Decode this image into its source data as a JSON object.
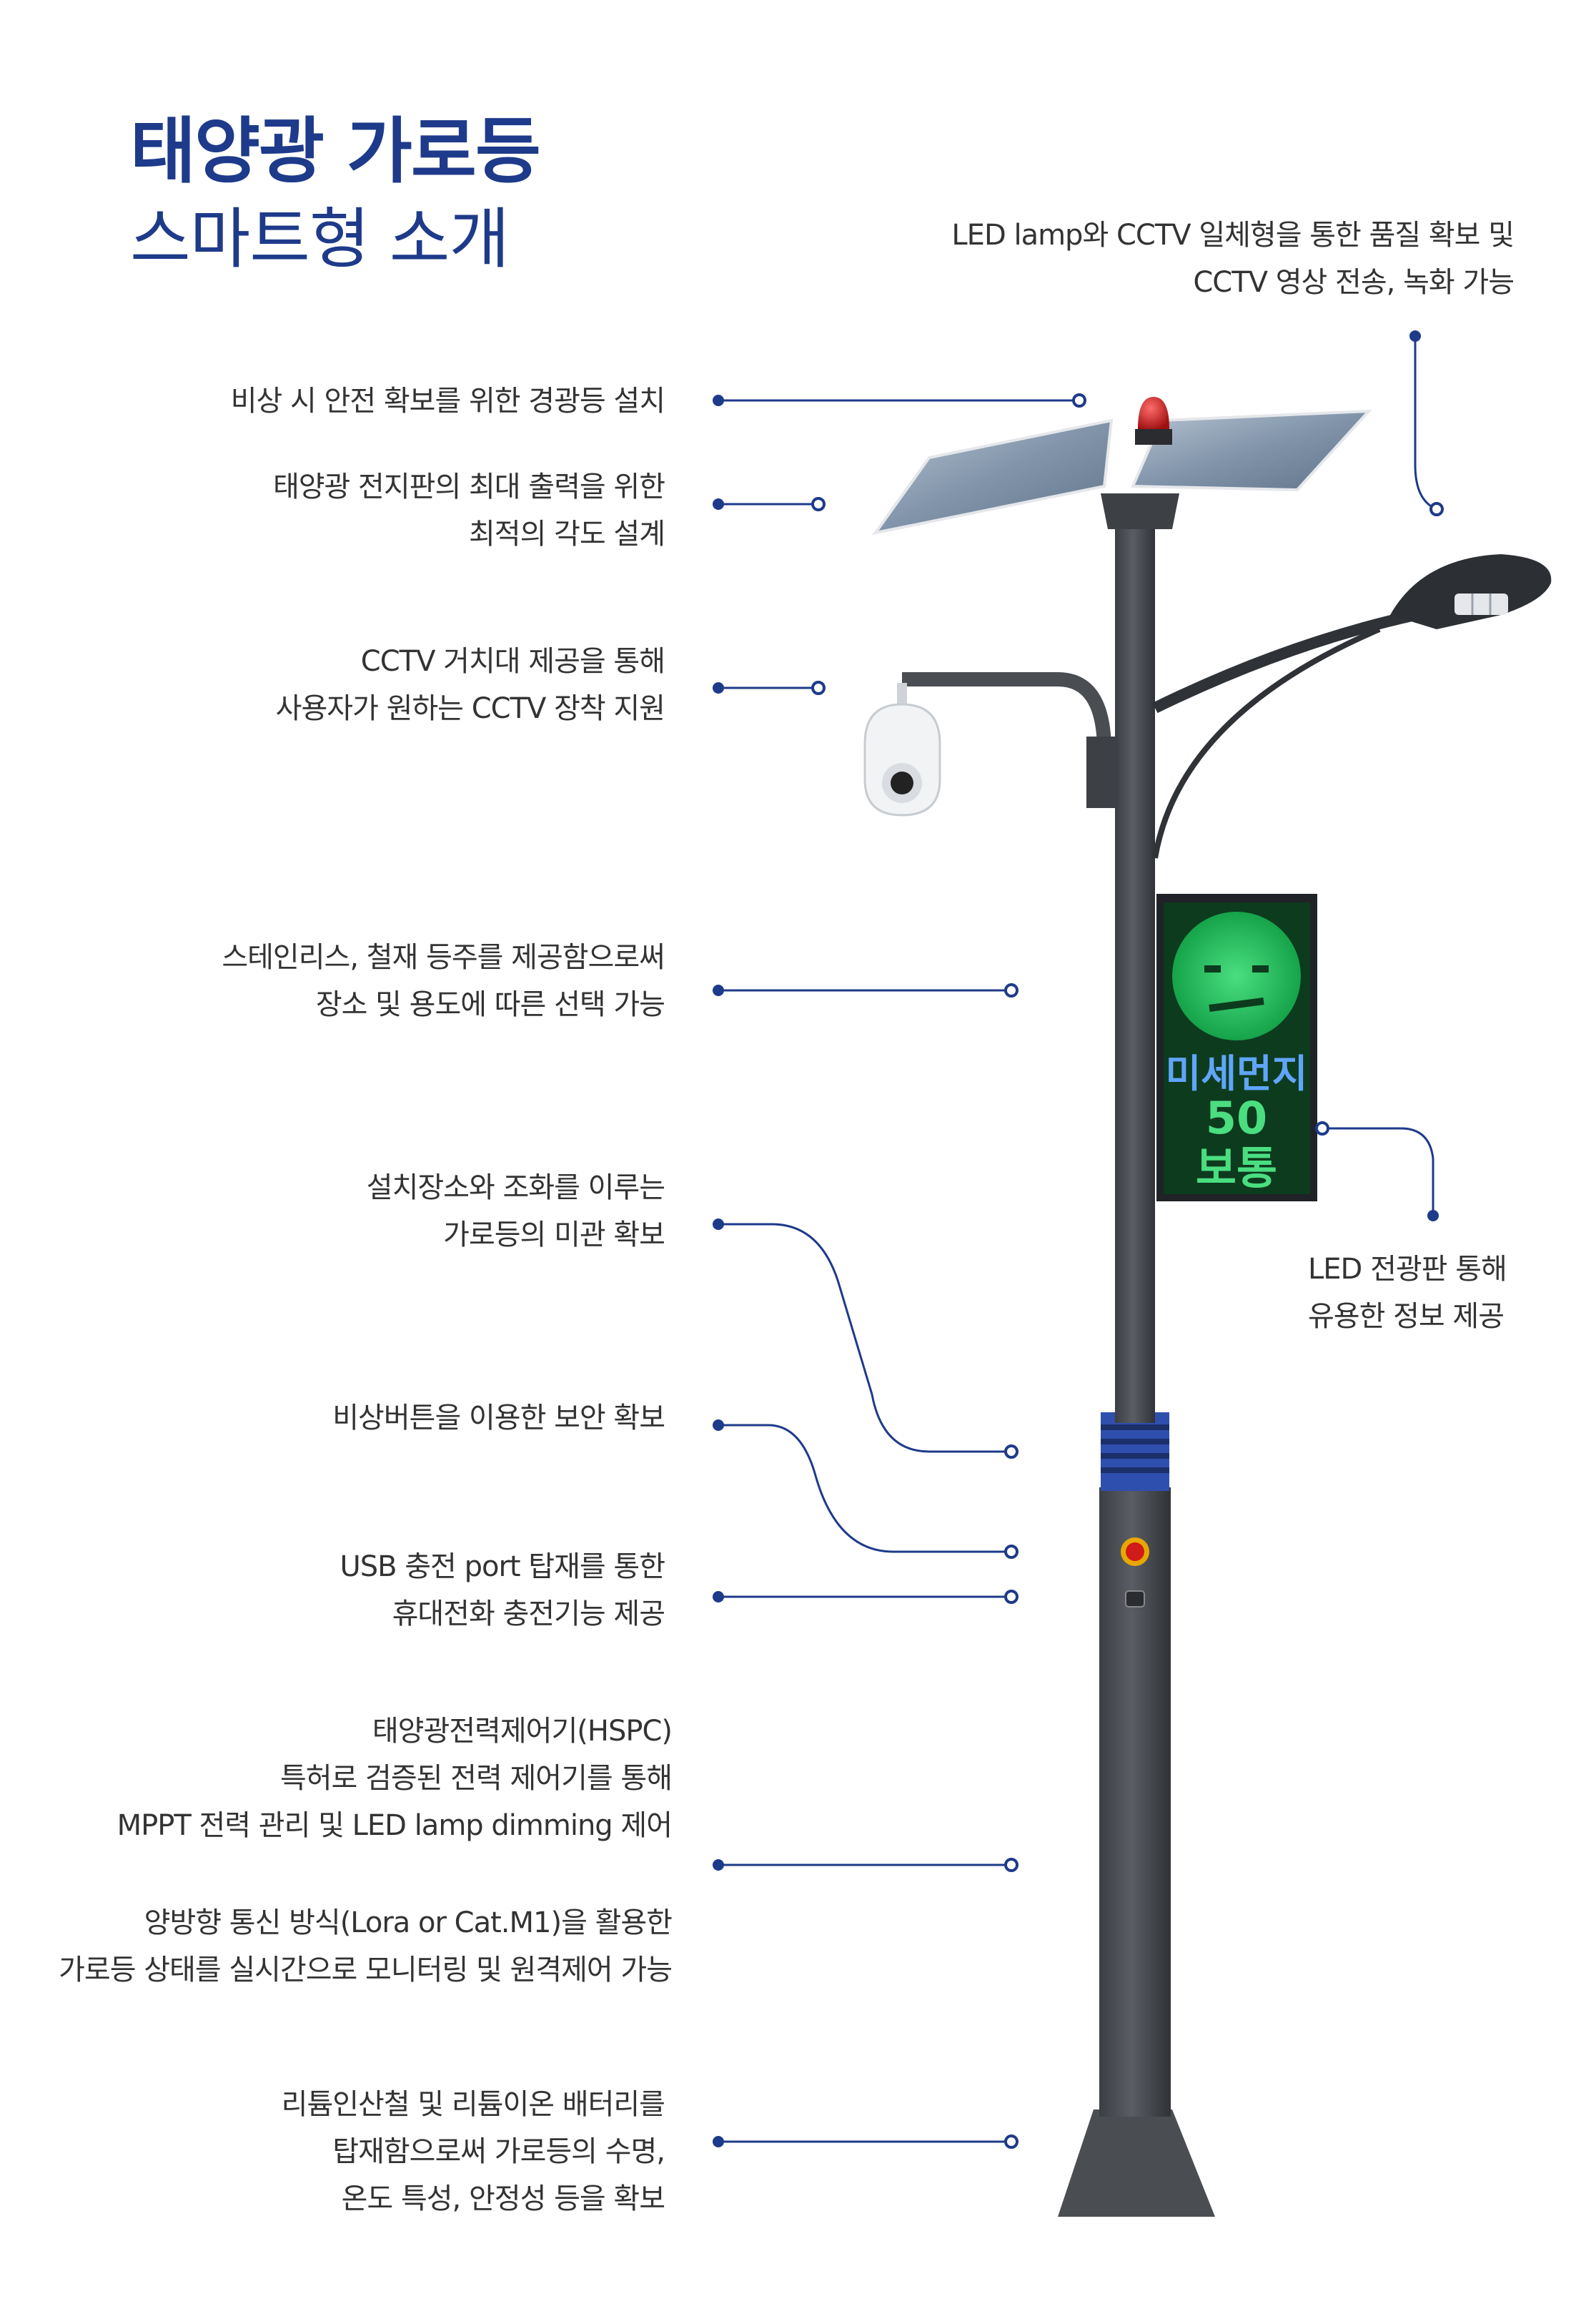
{
  "title": {
    "line1": "태양광 가로등",
    "line2": "스마트형 소개"
  },
  "features_left": [
    {
      "lines": [
        "비상 시 안전 확보를 위한 경광등 설치"
      ]
    },
    {
      "lines": [
        "태양광 전지판의 최대 출력을 위한",
        "최적의 각도 설계"
      ]
    },
    {
      "lines": [
        "CCTV 거치대 제공을 통해",
        "사용자가 원하는 CCTV 장착 지원"
      ]
    },
    {
      "lines": [
        "스테인리스, 철재 등주를  제공함으로써",
        "장소 및 용도에 따른 선택 가능"
      ]
    },
    {
      "lines": [
        "설치장소와 조화를 이루는",
        "가로등의 미관 확보"
      ]
    },
    {
      "lines": [
        "비상버튼을 이용한 보안 확보"
      ]
    },
    {
      "lines": [
        "USB 충전 port 탑재를 통한",
        "휴대전화 충전기능 제공"
      ]
    },
    {
      "lines": [
        "태양광전력제어기(HSPC)",
        "특허로 검증된 전력 제어기를 통해",
        "MPPT 전력 관리 및 LED lamp dimming 제어"
      ]
    },
    {
      "lines": [
        "양방향 통신 방식(Lora or Cat.M1)을 활용한",
        "가로등 상태를 실시간으로 모니터링 및 원격제어 가능"
      ]
    },
    {
      "lines": [
        "리튬인산철 및 리튬이온 배터리를",
        "탑재함으로써 가로등의 수명,",
        "온도 특성, 안정성 등을 확보"
      ]
    }
  ],
  "features_right": [
    {
      "lines": [
        "LED lamp와 CCTV 일체형을 통한 품질 확보 및",
        "CCTV 영상 전송, 녹화 가능"
      ]
    },
    {
      "lines": [
        "LED 전광판 통해",
        "유용한 정보 제공"
      ]
    }
  ],
  "led_sign": {
    "line1": "미세먼지",
    "line2": "50",
    "line3": "보통"
  },
  "colors": {
    "accent": "#1e3a8a",
    "pole": "#4a4d52",
    "led_green": "#22c55e",
    "beacon": "#c81e1e",
    "panel": "#8ea0b4"
  }
}
